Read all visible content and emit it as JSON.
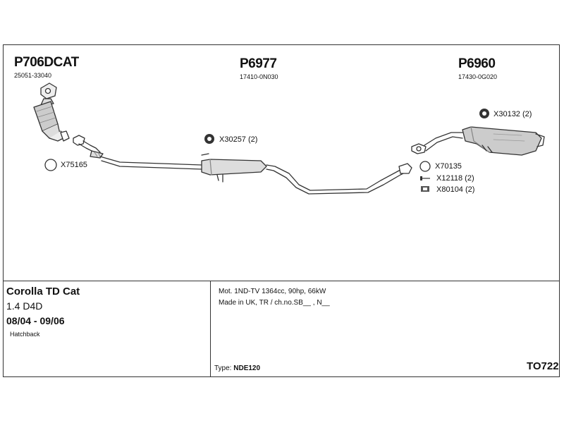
{
  "parts": {
    "p1": {
      "number": "P706DCAT",
      "oem": "25051-33040"
    },
    "p2": {
      "number": "P6977",
      "oem": "17410-0N030"
    },
    "p3": {
      "number": "P6960",
      "oem": "17430-0G020"
    }
  },
  "fittings": {
    "x75165": "X75165",
    "x30257": "X30257 (2)",
    "x30132": "X30132 (2)",
    "x70135": "X70135",
    "x12118": "X12118 (2)",
    "x80104": "X80104 (2)"
  },
  "vehicle": {
    "model": "Corolla TD Cat",
    "engine": "1.4 D4D",
    "years": "08/04 - 09/06",
    "body": "Hatchback"
  },
  "specs": {
    "line1": "Mot. 1ND-TV 1364cc, 90hp, 66kW",
    "line2": "Made in UK, TR / ch.no.SB__ , N__",
    "type_label": "Type:",
    "type_value": "NDE120"
  },
  "diagram_code": "TO722"
}
